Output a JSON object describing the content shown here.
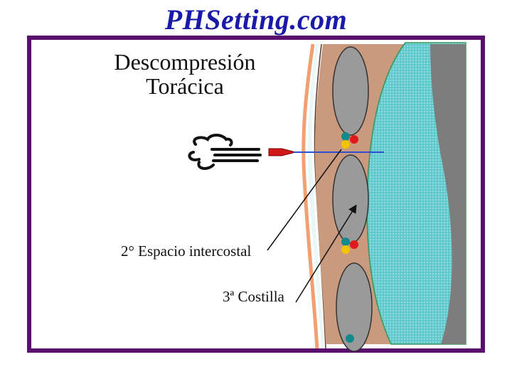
{
  "site": {
    "title": "PHSetting.com"
  },
  "slide": {
    "title_line1": "Descompresión",
    "title_line2": "Torácica"
  },
  "labels": {
    "intercostal": "2° Espacio intercostal",
    "rib": "3ª Costilla"
  },
  "colors": {
    "frame": "#5a0f6e",
    "site_title": "#1a1aa8",
    "muscle": "#c99a7e",
    "rib": "#9a9a9a",
    "pleura": "#5ec8cc",
    "lung_dark": "#7d7d7d",
    "needle": "#d01818",
    "needle_line": "#3050d0",
    "skin": "#f2a071"
  }
}
